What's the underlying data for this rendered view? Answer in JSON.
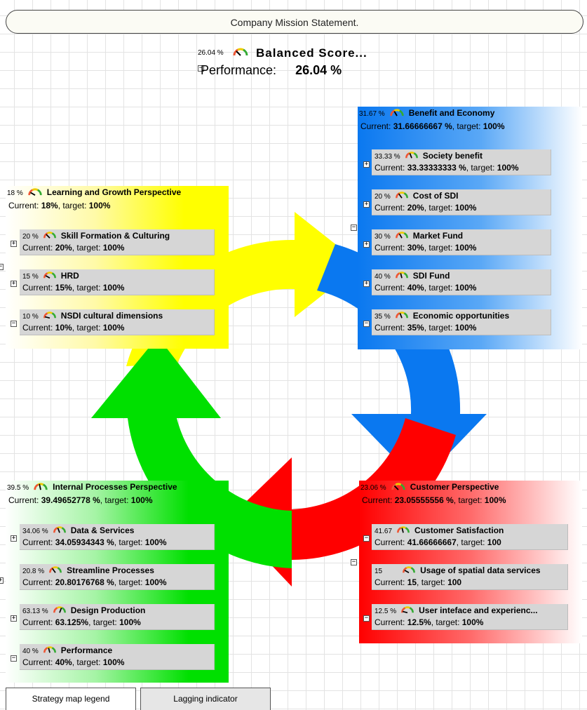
{
  "mission": "Company Mission Statement.",
  "balanced": {
    "pct": "26.04 %",
    "title": "Balanced  Score...",
    "perf_label": "Performance:",
    "perf_value": "26.04 %"
  },
  "perspectives": {
    "benefit": {
      "pct": "31.67 %",
      "name": "Benefit and Economy",
      "cur_label": "Current: ",
      "cur_value": "31.66666667 %",
      "tgt_label": ", target: ",
      "tgt_value": "100%",
      "objectives": [
        {
          "pct": "33.33 %",
          "name": "Society benefit",
          "cur": "33.33333333 %",
          "tgt": "100%"
        },
        {
          "pct": "20 %",
          "name": "Cost of SDI",
          "cur": "20%",
          "tgt": "100%"
        },
        {
          "pct": "30 %",
          "name": "Market Fund",
          "cur": "30%",
          "tgt": "100%"
        },
        {
          "pct": "40 %",
          "name": "SDI Fund",
          "cur": "40%",
          "tgt": "100%"
        },
        {
          "pct": "35 %",
          "name": "Economic opportunities",
          "cur": "35%",
          "tgt": "100%"
        }
      ]
    },
    "learning": {
      "pct": "18 %",
      "name": "Learning and Growth Perspective",
      "cur_label": "Current: ",
      "cur_value": "18%",
      "tgt_label": ", target: ",
      "tgt_value": "100%",
      "objectives": [
        {
          "pct": "20 %",
          "name": "Skill Formation & Culturing",
          "cur": "20%",
          "tgt": "100%"
        },
        {
          "pct": "15 %",
          "name": "HRD",
          "cur": "15%",
          "tgt": "100%"
        },
        {
          "pct": "10 %",
          "name": "NSDI cultural dimensions",
          "cur": "10%",
          "tgt": "100%"
        }
      ]
    },
    "internal": {
      "pct": "39.5 %",
      "name": "Internal Processes Perspective",
      "cur_label": "Current: ",
      "cur_value": "39.49652778 %",
      "tgt_label": ", target: ",
      "tgt_value": "100%",
      "objectives": [
        {
          "pct": "34.06 %",
          "name": "Data & Services",
          "cur": "34.05934343 %",
          "tgt": "100%"
        },
        {
          "pct": "20.8 %",
          "name": "Streamline Processes",
          "cur": "20.80176768 %",
          "tgt": "100%"
        },
        {
          "pct": "63.13 %",
          "name": "Design Production",
          "cur": "63.125%",
          "tgt": "100%"
        },
        {
          "pct": "40 %",
          "name": "Performance",
          "cur": "40%",
          "tgt": "100%"
        }
      ]
    },
    "customer": {
      "pct": "23.06 %",
      "name": "Customer Perspective",
      "cur_label": "Current: ",
      "cur_value": "23.05555556 %",
      "tgt_label": ", target: ",
      "tgt_value": "100%",
      "objectives": [
        {
          "pct": "41.67",
          "name": "Customer Satisfaction",
          "cur": "41.66666667",
          "tgt": "100"
        },
        {
          "pct": "15",
          "name": "Usage of spatial data services",
          "cur": "15",
          "tgt": "100"
        },
        {
          "pct": "12.5 %",
          "name": "User inteface and experienc...",
          "cur": "12.5%",
          "tgt": "100%"
        }
      ]
    }
  },
  "labels": {
    "current": "Current: ",
    "target": ", target: "
  },
  "tabs": {
    "legend": "Strategy map legend",
    "lagging": "Lagging indicator"
  },
  "colors": {
    "yellow": "#ffff00",
    "blue": "#0a78f0",
    "red": "#ff0000",
    "green": "#00e000"
  }
}
